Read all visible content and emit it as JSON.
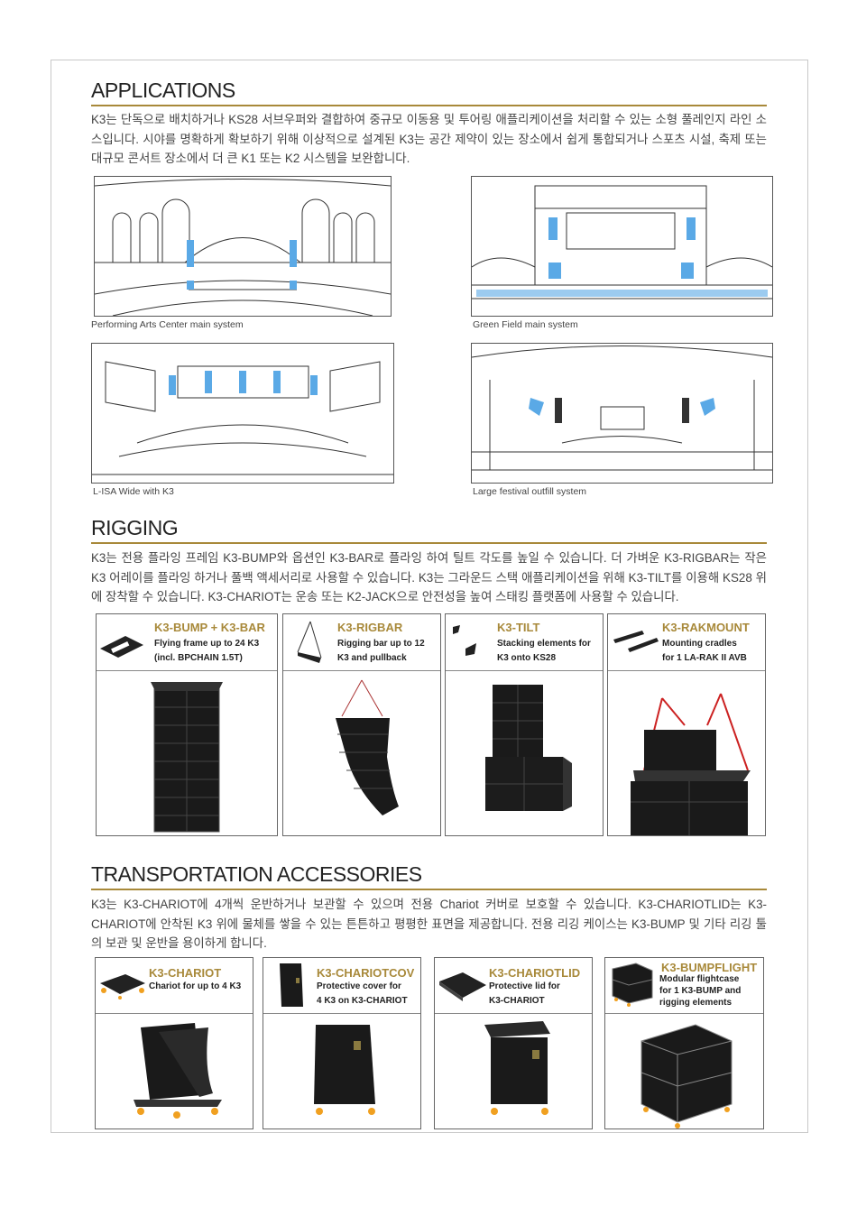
{
  "applications": {
    "heading": "APPLICATIONS",
    "text": "K3는 단독으로 배치하거나 KS28 서브우퍼와 결합하여 중규모 이동용 및 투어링 애플리케이션을 처리할 수 있는 소형 풀레인지 라인 소스입니다. 시야를 명확하게 확보하기 위해 이상적으로 설계된 K3는 공간 제약이 있는 장소에서 쉽게 통합되거나 스포츠 시설, 축제 또는 대규모 콘서트 장소에서 더 큰 K1 또는 K2 시스템을 보완합니다.",
    "images": [
      {
        "caption": "Performing Arts Center main system"
      },
      {
        "caption": "Green Field main system"
      },
      {
        "caption": "L-ISA Wide with K3"
      },
      {
        "caption": "Large festival outfill system"
      }
    ]
  },
  "rigging": {
    "heading": "RIGGING",
    "text": "K3는 전용 플라잉 프레임 K3-BUMP와 옵션인 K3-BAR로 플라잉 하여 틸트 각도를 높일 수 있습니다. 더 가벼운 K3-RIGBAR는 작은 K3 어레이를 플라잉 하거나 풀백 액세서리로 사용할 수 있습니다. K3는 그라운드 스택 애플리케이션을 위해 K3-TILT를 이용해 KS28 위에 장착할 수 있습니다. K3-CHARIOT는 운송 또는 K2-JACK으로 안전성을 높여 스태킹 플랫폼에 사용할 수 있습니다.",
    "products": [
      {
        "name": "K3-BUMP + K3-BAR",
        "desc": "Flying frame up to 24 K3\n(incl. BPCHAIN 1.5T)"
      },
      {
        "name": "K3-RIGBAR",
        "desc": "Rigging bar up to 12\nK3 and pullback"
      },
      {
        "name": "K3-TILT",
        "desc": "Stacking elements for\nK3 onto KS28"
      },
      {
        "name": "K3-RAKMOUNT",
        "desc": "Mounting cradles\nfor 1 LA-RAK II AVB"
      }
    ]
  },
  "transport": {
    "heading": "TRANSPORTATION ACCESSORIES",
    "text": "K3는 K3-CHARIOT에 4개씩 운반하거나 보관할 수 있으며 전용 Chariot 커버로 보호할 수 있습니다. K3-CHARIOTLID는 K3-CHARIOT에 안착된 K3 위에 물체를 쌓을 수 있는 튼튼하고 평평한 표면을 제공합니다. 전용 리깅 케이스는 K3-BUMP 및 기타 리깅 툴의 보관 및 운반을 용이하게 합니다.",
    "products": [
      {
        "name": "K3-CHARIOT",
        "desc": "Chariot for up to 4 K3"
      },
      {
        "name": "K3-CHARIOTCOV",
        "desc": "Protective cover for\n4 K3 on K3-CHARIOT"
      },
      {
        "name": "K3-CHARIOTLID",
        "desc": "Protective lid for\nK3-CHARIOT"
      },
      {
        "name": "K3-BUMPFLIGHT",
        "desc": "Modular flightcase\nfor 1 K3-BUMP and\nrigging elements"
      }
    ]
  },
  "colors": {
    "gold": "#a8893a",
    "speaker_blue": "#5aa9e6"
  }
}
